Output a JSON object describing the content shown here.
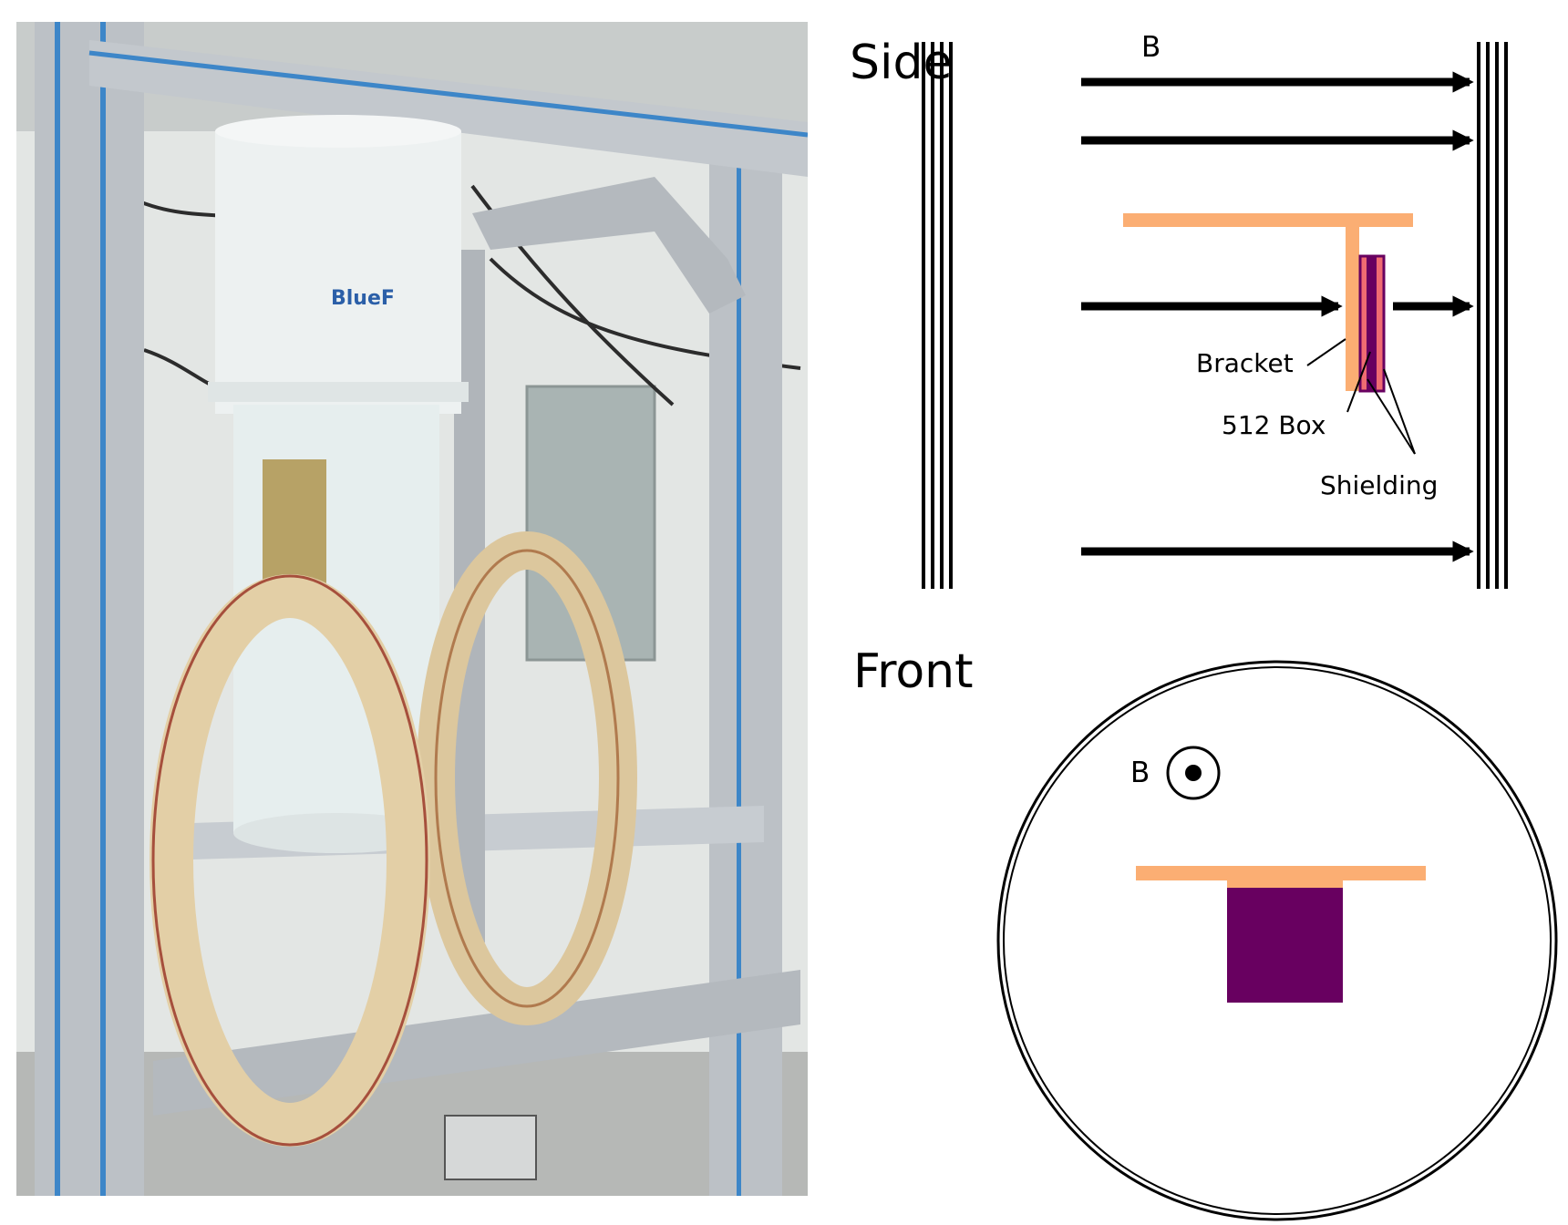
{
  "photo": {
    "logo_text": "BlueF",
    "colors": {
      "frame": "#b9bec4",
      "frame_stripe": "#3f86c9",
      "cryostat": "#e9efef",
      "ring": "#e2cfa6",
      "wall": "#e5e7e5"
    }
  },
  "side_view": {
    "title": "Side",
    "field_label": "B",
    "labels": {
      "bracket": "Bracket",
      "box": "512 Box",
      "shielding": "Shielding"
    }
  },
  "front_view": {
    "title": "Front",
    "field_label": "B",
    "field_symbol": "out-of-page-dot-icon"
  },
  "colors": {
    "bracket": "#fbae73",
    "box": "#680060",
    "box_side": "#ef6c72",
    "line": "#000000"
  }
}
